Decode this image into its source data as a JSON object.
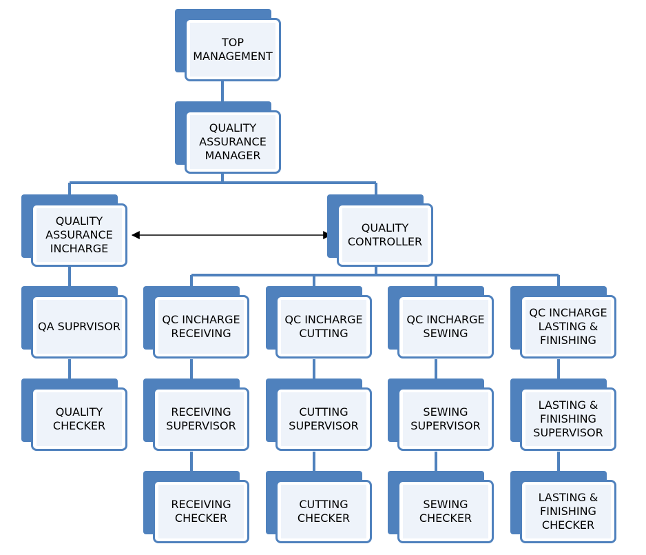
{
  "colors": {
    "box_border": "#4f81bd",
    "box_shadow": "#4f81bd",
    "box_fill": "#ffffff",
    "label_fill": "#eef3fa",
    "connector": "#4f81bd",
    "arrow": "#000000",
    "text": "#000000"
  },
  "nodes": {
    "top_management": "TOP\nMANAGEMENT",
    "qa_manager": "QUALITY\nASSURANCE\nMANAGER",
    "qa_incharge": "QUALITY\nASSURANCE\nINCHARGE",
    "quality_controller": "QUALITY\nCONTROLLER",
    "qa_supervisor": "QA SUPRVISOR",
    "quality_checker": "QUALITY\nCHECKER",
    "qc_incharge_receiving": "QC INCHARGE\nRECEIVING",
    "qc_incharge_cutting": "QC INCHARGE\nCUTTING",
    "qc_incharge_sewing": "QC INCHARGE\nSEWING",
    "qc_incharge_lasting": "QC INCHARGE\nLASTING &\nFINISHING",
    "receiving_supervisor": "RECEIVING\nSUPERVISOR",
    "cutting_supervisor": "CUTTING\nSUPERVISOR",
    "sewing_supervisor": "SEWING\nSUPERVISOR",
    "lasting_supervisor": "LASTING &\nFINISHING\nSUPERVISOR",
    "receiving_checker": "RECEIVING\nCHECKER",
    "cutting_checker": "CUTTING\nCHECKER",
    "sewing_checker": "SEWING\nCHECKER",
    "lasting_checker": "LASTING &\nFINISHING\nCHECKER"
  }
}
